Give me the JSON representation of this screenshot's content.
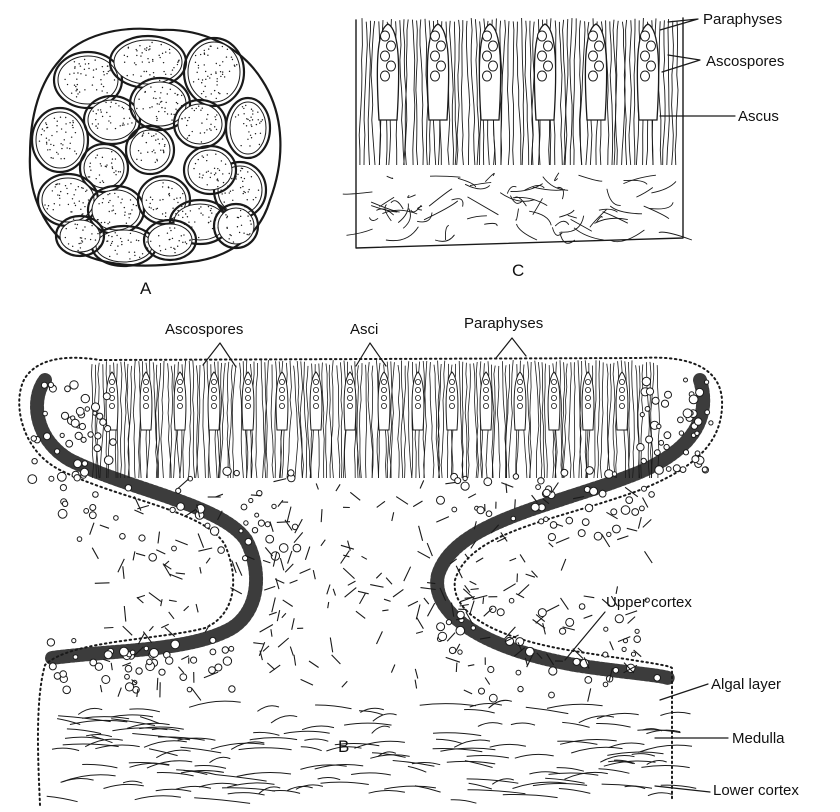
{
  "figure": {
    "panel_letters": {
      "a": "A",
      "b": "B",
      "c": "C"
    },
    "panel_c_labels": {
      "paraphyses": "Paraphyses",
      "ascospores": "Ascospores",
      "ascus": "Ascus"
    },
    "panel_b_top_labels": {
      "ascospores": "Ascospores",
      "asci": "Asci",
      "paraphyses": "Paraphyses"
    },
    "panel_b_side_labels": {
      "upper_cortex": "Upper cortex",
      "algal_layer": "Algal layer",
      "medulla": "Medulla",
      "lower_cortex": "Lower cortex"
    }
  },
  "colors": {
    "ink": "#1a1a1a",
    "background": "#ffffff"
  }
}
